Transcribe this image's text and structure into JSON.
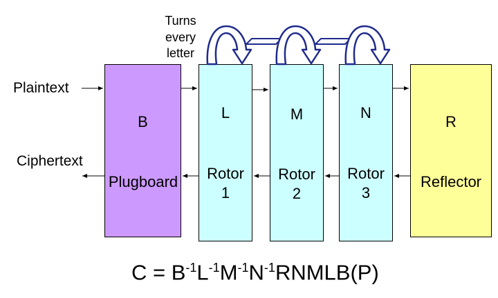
{
  "inputs": {
    "plaintext": "Plaintext",
    "ciphertext": "Ciphertext"
  },
  "turns_note": {
    "line1": "Turns",
    "line2": "every",
    "line3": "letter"
  },
  "boxes": {
    "plugboard": {
      "letter": "B",
      "label": "Plugboard",
      "fill": "#cc99ff"
    },
    "rotor1": {
      "letter": "L",
      "label_line1": "Rotor",
      "label_line2": "1",
      "fill": "#ccffff"
    },
    "rotor2": {
      "letter": "M",
      "label_line1": "Rotor",
      "label_line2": "2",
      "fill": "#ccffff"
    },
    "rotor3": {
      "letter": "N",
      "label_line1": "Rotor",
      "label_line2": "3",
      "fill": "#ccffff"
    },
    "reflector": {
      "letter": "R",
      "label": "Reflector",
      "fill": "#ffff99"
    }
  },
  "colors": {
    "rotation_arrow": "#1f2a8c",
    "rotation_arrow_fill": "#ffffff",
    "arrow": "#000000"
  },
  "formula": {
    "prefix": "C = B",
    "sup1": "-1",
    "part2": "L",
    "sup2": "-1",
    "part3": "M",
    "sup3": "-1",
    "part4": "N",
    "sup4": "-1",
    "suffix": "RNMLB(P)"
  }
}
